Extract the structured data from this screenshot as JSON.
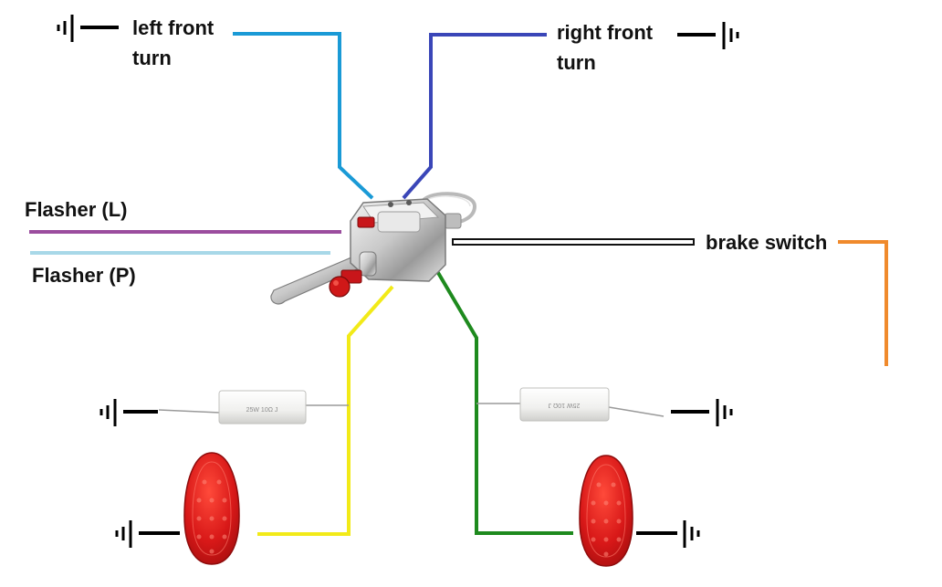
{
  "labels": {
    "left_front_turn": [
      "left front",
      "turn"
    ],
    "right_front_turn": [
      "right front",
      "turn"
    ],
    "flasher_l": "Flasher (L)",
    "flasher_p": "Flasher (P)",
    "brake_switch": "brake switch"
  },
  "resistor_markings": {
    "left": "25W 10Ω J",
    "right": "25W 10Ω J"
  },
  "wire_colors": {
    "left_front_turn": "#1a9ad6",
    "right_front_turn": "#3a46b8",
    "flasher_l": "#9b4d9e",
    "flasher_p": "#a8d8e8",
    "brake_switch": "#111111",
    "brake_switch_out": "#f08a2c",
    "left_rear": "#f2ea18",
    "right_rear": "#1e8a1e",
    "ground": "#000000"
  },
  "icons": {
    "ground": "ground-symbol-icon",
    "switch": "turn-signal-switch-icon",
    "resistor": "load-resistor-icon",
    "lamp": "red-led-tail-lamp-icon"
  }
}
